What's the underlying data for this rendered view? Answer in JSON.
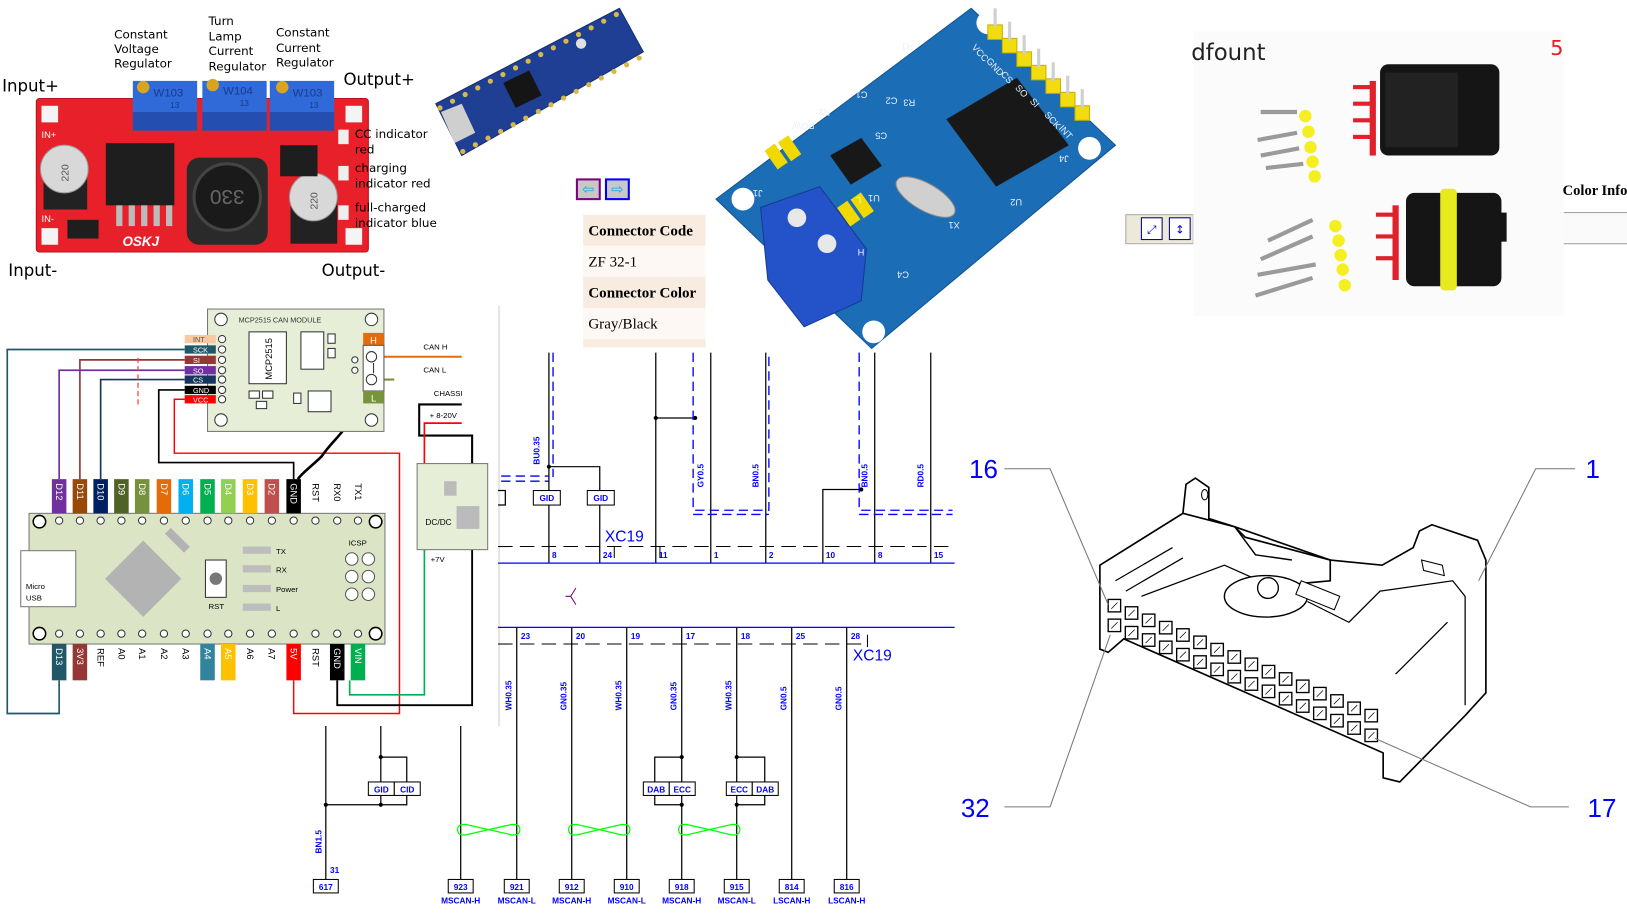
{
  "led_driver": {
    "input_plus": "Input+",
    "input_minus": "Input-",
    "output_plus": "Output+",
    "output_minus": "Output-",
    "cv_regulator": [
      "Constant",
      "Voltage",
      "Regulator"
    ],
    "lamp_regulator": [
      "Turn",
      "Lamp",
      "Current",
      "Regulator"
    ],
    "cc_regulator": [
      "Constant",
      "Current",
      "Regulator"
    ],
    "cc_indicator": [
      "CC indicator",
      "red"
    ],
    "charging_indicator": [
      "charging",
      "indicator red"
    ],
    "full_indicator": [
      "full-charged",
      "indicator blue"
    ],
    "pots": [
      "W103",
      "W104",
      "W103"
    ],
    "pot_sub": "13",
    "capacitor": "220",
    "inductor": "330",
    "brand": "OSKJ",
    "pcb_in_plus": "IN+",
    "pcb_in_minus": "IN-",
    "board_color": "#e8202a"
  },
  "nav_arrows": {
    "back": "back-arrow-icon",
    "forward": "forward-arrow-icon"
  },
  "connector_table": {
    "rows": [
      {
        "header": "Connector Code",
        "value": "ZF 32-1"
      },
      {
        "header": "Connector Color",
        "value": "Gray/Black"
      }
    ]
  },
  "mcp_photo": {
    "header_pins": [
      "VCC",
      "GND",
      "CS",
      "SO",
      "SI",
      "SCK",
      "INT"
    ],
    "silkscreen": [
      "J1",
      "J4",
      "U1",
      "U2",
      "X1",
      "H",
      "L",
      "POW",
      "R2",
      "C1",
      "C2",
      "R3",
      "C4",
      "C5",
      "R1"
    ]
  },
  "toolbar": {
    "icons": [
      "fit-window-icon",
      "fit-height-icon"
    ]
  },
  "connector_photo": {
    "brand": "dfount",
    "count": "5"
  },
  "color_info": {
    "label": "Color Info"
  },
  "wiring": {
    "module_title": "MCP2515 CAN MODULE",
    "chip": "MCP2515",
    "module_pins": [
      {
        "label": "INT",
        "color": "#f8c9a0"
      },
      {
        "label": "SCK",
        "color": "#215868"
      },
      {
        "label": "SI",
        "color": "#953735"
      },
      {
        "label": "SO",
        "color": "#7030a0"
      },
      {
        "label": "CS",
        "color": "#17365d"
      },
      {
        "label": "GND",
        "color": "#000000"
      },
      {
        "label": "VCC",
        "color": "#ff0000"
      }
    ],
    "h": "H",
    "l": "L",
    "h_color": "#e46c0a",
    "l_color": "#77933c",
    "can_h": "CAN H",
    "can_l": "CAN L",
    "chassi": "CHASSI",
    "supply": "+ 8-20V",
    "dcdc": "DC/DC",
    "v7": "+7V",
    "top_pins": [
      {
        "label": "D12",
        "color": "#7030a0"
      },
      {
        "label": "D11",
        "color": "#984807"
      },
      {
        "label": "D10",
        "color": "#002060"
      },
      {
        "label": "D9",
        "color": "#4f6228"
      },
      {
        "label": "D8",
        "color": "#76923c"
      },
      {
        "label": "D7",
        "color": "#e36c09"
      },
      {
        "label": "D6",
        "color": "#00b0f0"
      },
      {
        "label": "D5",
        "color": "#00b050"
      },
      {
        "label": "D4",
        "color": "#92d050"
      },
      {
        "label": "D3",
        "color": "#ffc000"
      },
      {
        "label": "D2",
        "color": "#c0504d"
      },
      {
        "label": "GND",
        "color": "#000000"
      },
      {
        "label": "RST",
        "color": null
      },
      {
        "label": "RX0",
        "color": null
      },
      {
        "label": "TX1",
        "color": null
      }
    ],
    "bottom_pins": [
      {
        "label": "D13",
        "color": "#215868"
      },
      {
        "label": "3V3",
        "color": "#953735"
      },
      {
        "label": "REF",
        "color": null
      },
      {
        "label": "A0",
        "color": null
      },
      {
        "label": "A1",
        "color": null
      },
      {
        "label": "A2",
        "color": null
      },
      {
        "label": "A3",
        "color": null
      },
      {
        "label": "A4",
        "color": "#31849b"
      },
      {
        "label": "A5",
        "color": "#ffc000"
      },
      {
        "label": "A6",
        "color": null
      },
      {
        "label": "A7",
        "color": null
      },
      {
        "label": "5V",
        "color": "#ff0000"
      },
      {
        "label": "RST",
        "color": null
      },
      {
        "label": "GND",
        "color": "#000000"
      },
      {
        "label": "VIN",
        "color": "#00b050"
      }
    ],
    "micro_usb": [
      "Micro",
      "USB"
    ],
    "rst": "RST",
    "leds": [
      "TX",
      "RX",
      "Power",
      "L"
    ],
    "icsp": "ICSP"
  },
  "schematic": {
    "connector": "XC19",
    "top_pin_numbers": [
      "8",
      "24",
      "11",
      "1",
      "2",
      "10",
      "8",
      "15"
    ],
    "top_wire_labels": [
      "BU0.35",
      "GY0.5",
      "BN0.5",
      "BN0.5",
      "RD0.5"
    ],
    "top_boxes": [
      "GID",
      "GID"
    ],
    "bottom_pin_numbers": [
      "23",
      "20",
      "19",
      "17",
      "18",
      "25",
      "28"
    ],
    "bottom_wire_labels": [
      "WH0.35",
      "GN0.35",
      "WH0.35",
      "GN0.35",
      "WH0.35",
      "GN0.5",
      "GN0.5"
    ],
    "splice_boxes": [
      [
        "GID",
        "CID"
      ],
      [
        "DAB",
        "ECC"
      ],
      [
        "ECC",
        "DAB"
      ]
    ],
    "ground_wire": "BN1.5",
    "ground_pin": "31",
    "terminals": [
      {
        "id": "617",
        "signal": ""
      },
      {
        "id": "923",
        "signal": "MSCAN-H"
      },
      {
        "id": "921",
        "signal": "MSCAN-L"
      },
      {
        "id": "912",
        "signal": "MSCAN-H"
      },
      {
        "id": "910",
        "signal": "MSCAN-L"
      },
      {
        "id": "918",
        "signal": "MSCAN-H"
      },
      {
        "id": "915",
        "signal": "MSCAN-L"
      },
      {
        "id": "814",
        "signal": "LSCAN-H"
      },
      {
        "id": "816",
        "signal": "LSCAN-H"
      }
    ],
    "twist_color": "#00ff00"
  },
  "connector_drawing": {
    "pin_16": "16",
    "pin_1": "1",
    "pin_32": "32",
    "pin_17": "17",
    "label_color": "#0000ff"
  }
}
